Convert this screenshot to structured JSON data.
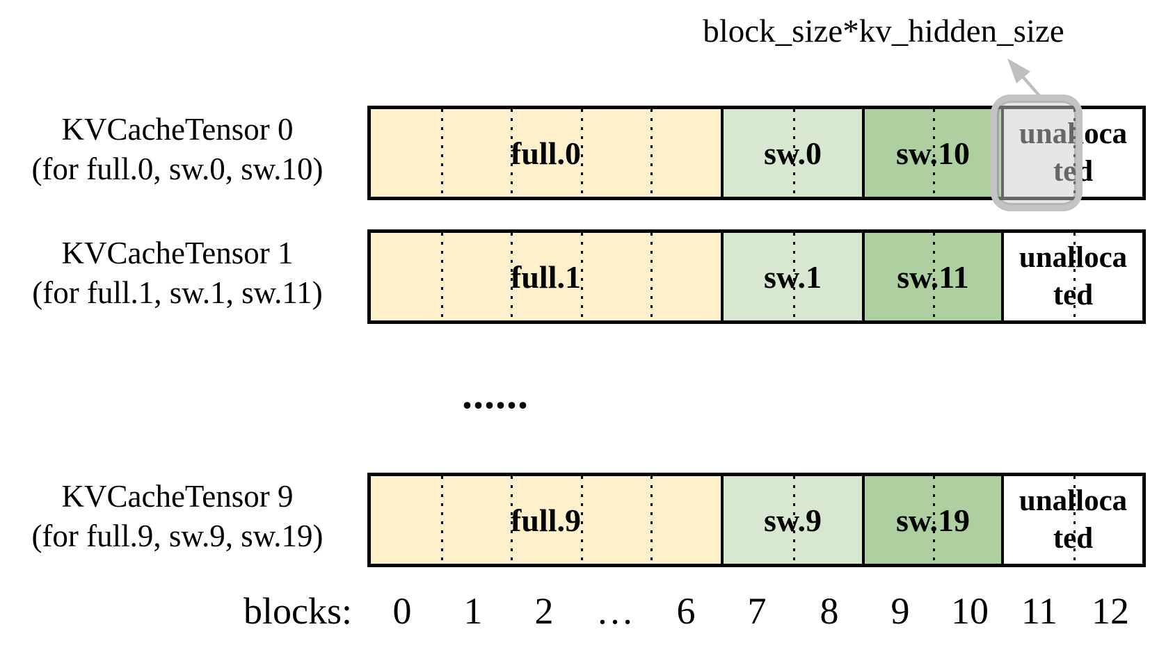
{
  "title_annotation": {
    "label": "block_size*kv_hidden_size"
  },
  "tensors": [
    {
      "name": "KVCacheTensor 0",
      "for_label": "(for full.0, sw.0, sw.10)",
      "segments": {
        "full": "full.0",
        "sw_a": "sw.0",
        "sw_b": "sw.10",
        "unallocated": "unallocated"
      }
    },
    {
      "name": "KVCacheTensor 1",
      "for_label": "(for full.1, sw.1, sw.11)",
      "segments": {
        "full": "full.1",
        "sw_a": "sw.1",
        "sw_b": "sw.11",
        "unallocated": "unallocated"
      }
    },
    {
      "name": "KVCacheTensor 9",
      "for_label": "(for full.9, sw.9, sw.19)",
      "segments": {
        "full": "full.9",
        "sw_a": "sw.9",
        "sw_b": "sw.19",
        "unallocated": "unallocated"
      }
    }
  ],
  "ellipsis": "......",
  "axis": {
    "label": "blocks:",
    "ticks": [
      "0",
      "1",
      "2",
      "…",
      "6",
      "7",
      "8",
      "9",
      "10",
      "11",
      "12"
    ]
  },
  "colors": {
    "full": "#fdf0ca",
    "sw-light": "#d8e7cf",
    "sw-dark": "#aecfa0",
    "unallocated": "#ffffff",
    "highlight": "#c3c3c3",
    "arrow": "#bfbfbf",
    "outline": "#000000"
  }
}
